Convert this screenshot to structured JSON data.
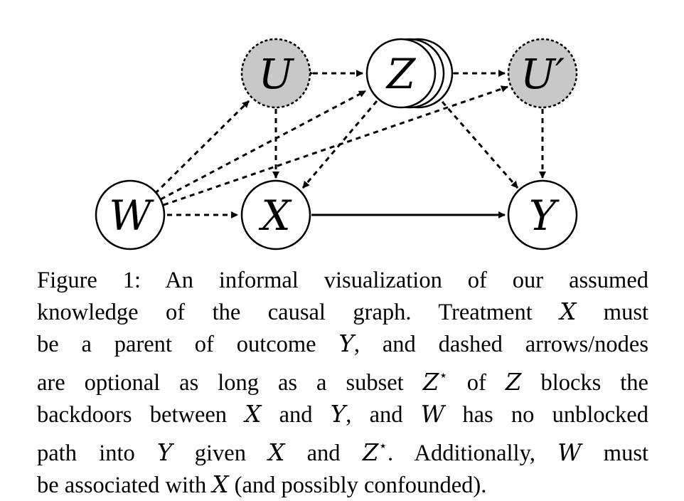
{
  "nodes": {
    "U": "U",
    "Z": "Z",
    "U_prime": "U′",
    "W": "W",
    "X": "X",
    "Y": "Y"
  },
  "colors": {
    "latent_fill": "#c8c8c8",
    "observed_fill": "#ffffff",
    "stroke": "#000000"
  },
  "caption": {
    "lines": [
      [
        "Figure 1:  An informal visualization of our assumed"
      ],
      [
        "knowledge of the causal graph.  Treatment ",
        {
          "m": "X"
        },
        " must"
      ],
      [
        "be a parent of outcome ",
        {
          "m": "Y"
        },
        ", and dashed arrows/nodes"
      ],
      [
        "are optional as long as a subset ",
        {
          "m": "Z"
        },
        {
          "sup": "⋆"
        },
        " of ",
        {
          "m": "Z"
        },
        " blocks the"
      ],
      [
        "backdoors between ",
        {
          "m": "X"
        },
        " and ",
        {
          "m": "Y"
        },
        ", and ",
        {
          "m": "W"
        },
        " has no unblocked"
      ],
      [
        "path into ",
        {
          "m": "Y"
        },
        " given ",
        {
          "m": "X"
        },
        " and ",
        {
          "m": "Z"
        },
        {
          "sup": "⋆"
        },
        ".  Additionally, ",
        {
          "m": "W"
        },
        " must"
      ],
      [
        "be associated with ",
        {
          "m": "X"
        },
        " (and possibly confounded)."
      ]
    ]
  }
}
